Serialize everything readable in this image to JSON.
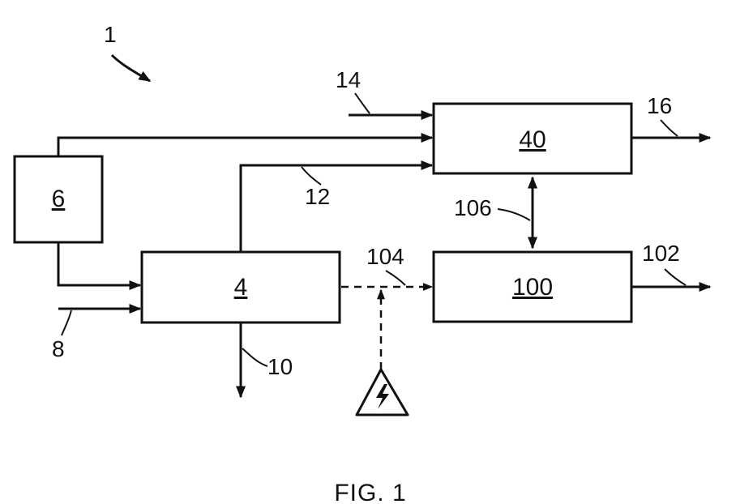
{
  "diagram": {
    "system_ref": "1",
    "caption": "FIG. 1",
    "boxes": {
      "unit_6": "6",
      "unit_4": "4",
      "unit_40": "40",
      "unit_100": "100"
    },
    "refs": {
      "input_8": "8",
      "output_10": "10",
      "line_12": "12",
      "input_14": "14",
      "output_16": "16",
      "output_102": "102",
      "line_104": "104",
      "link_106": "106"
    },
    "colors": {
      "ink": "#111111",
      "paper": "#ffffff"
    },
    "icons": {
      "power_source": "lightning-warning-triangle-icon"
    }
  }
}
